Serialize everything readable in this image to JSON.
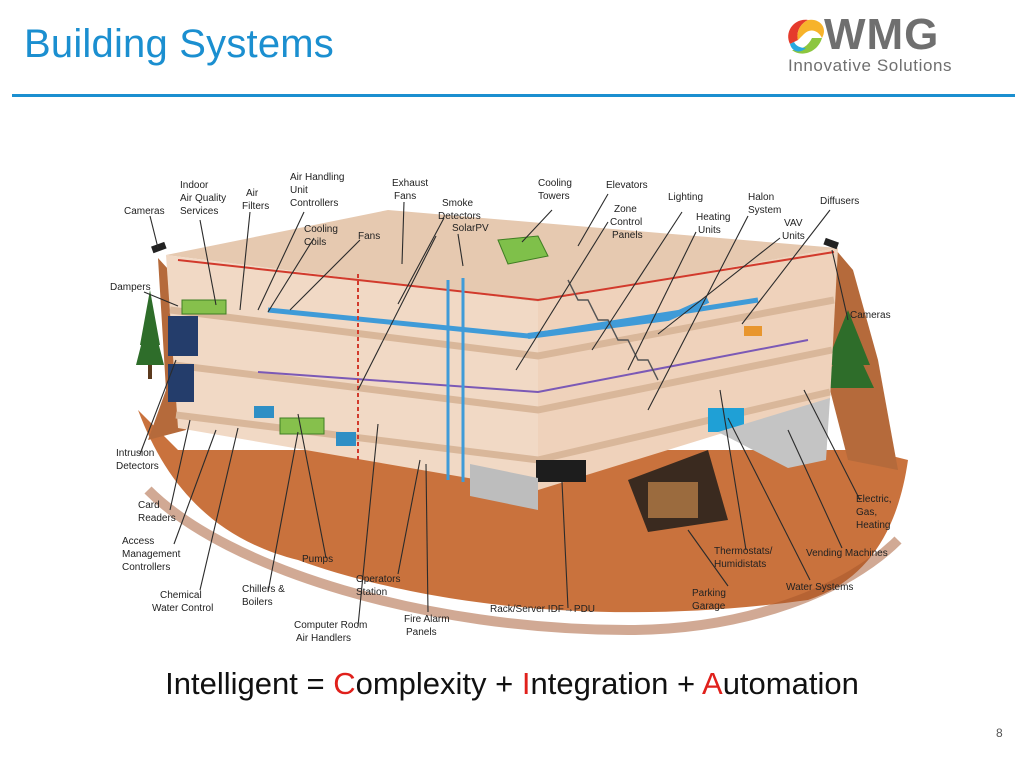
{
  "slide": {
    "title": "Building Systems",
    "page_number": "8",
    "formula": {
      "intro": "Intelligent = ",
      "c": "C",
      "omplexity": "omplexity + ",
      "i": "I",
      "ntegration": "ntegration + ",
      "a": "A",
      "utomation": "utomation"
    },
    "accent_color": "#e0201b",
    "title_color": "#1b8fd0"
  },
  "logo": {
    "brand": "WMG",
    "tagline": "Innovative Solutions",
    "icon": "swirl-logo-icon"
  },
  "diagram": {
    "labels": {
      "cameras_left": "Cameras",
      "iaq_1": "Indoor",
      "iaq_2": "Air Quality",
      "iaq_3": "Services",
      "air_filters_1": "Air",
      "air_filters_2": "Filters",
      "ahu_1": "Air Handling",
      "ahu_2": "Unit",
      "ahu_3": "Controllers",
      "cooling_coils_1": "Cooling",
      "cooling_coils_2": "Coils",
      "fans": "Fans",
      "exhaust_1": "Exhaust",
      "exhaust_2": "Fans",
      "smoke_1": "Smoke",
      "smoke_2": "Detectors",
      "solarpv": "SolarPV",
      "cooling_towers_1": "Cooling",
      "cooling_towers_2": "Towers",
      "elevators": "Elevators",
      "zone_1": "Zone",
      "zone_2": "Control",
      "zone_3": "Panels",
      "lighting": "Lighting",
      "heating_1": "Heating",
      "heating_2": "Units",
      "halon_1": "Halon",
      "halon_2": "System",
      "vav_1": "VAV",
      "vav_2": "Units",
      "diffusers": "Diffusers",
      "dampers": "Dampers",
      "cameras_right": "Cameras",
      "intrusion_1": "Intrusion",
      "intrusion_2": "Detectors",
      "card_1": "Card",
      "card_2": "Readers",
      "access_1": "Access",
      "access_2": "Management",
      "access_3": "Controllers",
      "chemical_1": "Chemical",
      "chemical_2": "Water Control",
      "chillers_1": "Chillers &",
      "chillers_2": "Boilers",
      "pumps": "Pumps",
      "crah_1": "Computer Room",
      "crah_2": "Air Handlers",
      "operators_1": "Operators",
      "operators_2": "Station",
      "fire_1": "Fire Alarm",
      "fire_2": "Panels",
      "rack": "Rack/Server IDF→PDU",
      "parking_1": "Parking",
      "parking_2": "Garage",
      "thermo_1": "Thermostats/",
      "thermo_2": "Humidistats",
      "water_systems": "Water Systems",
      "vending": "Vending Machines",
      "electric_1": "Electric,",
      "electric_2": "Gas,",
      "electric_3": "Heating"
    }
  }
}
